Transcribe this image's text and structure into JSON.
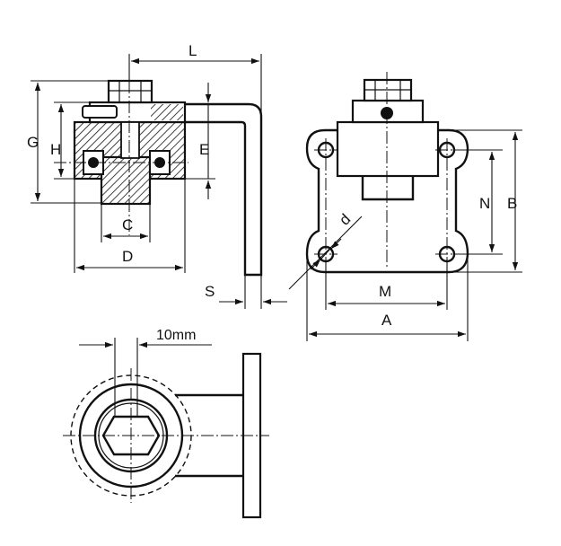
{
  "dimensions": {
    "L": "L",
    "G": "G",
    "H": "H",
    "E": "E",
    "C": "C",
    "D": "D",
    "S": "S",
    "d": "d",
    "M": "M",
    "N": "N",
    "B": "B",
    "A": "A",
    "ten_mm": "10mm"
  }
}
